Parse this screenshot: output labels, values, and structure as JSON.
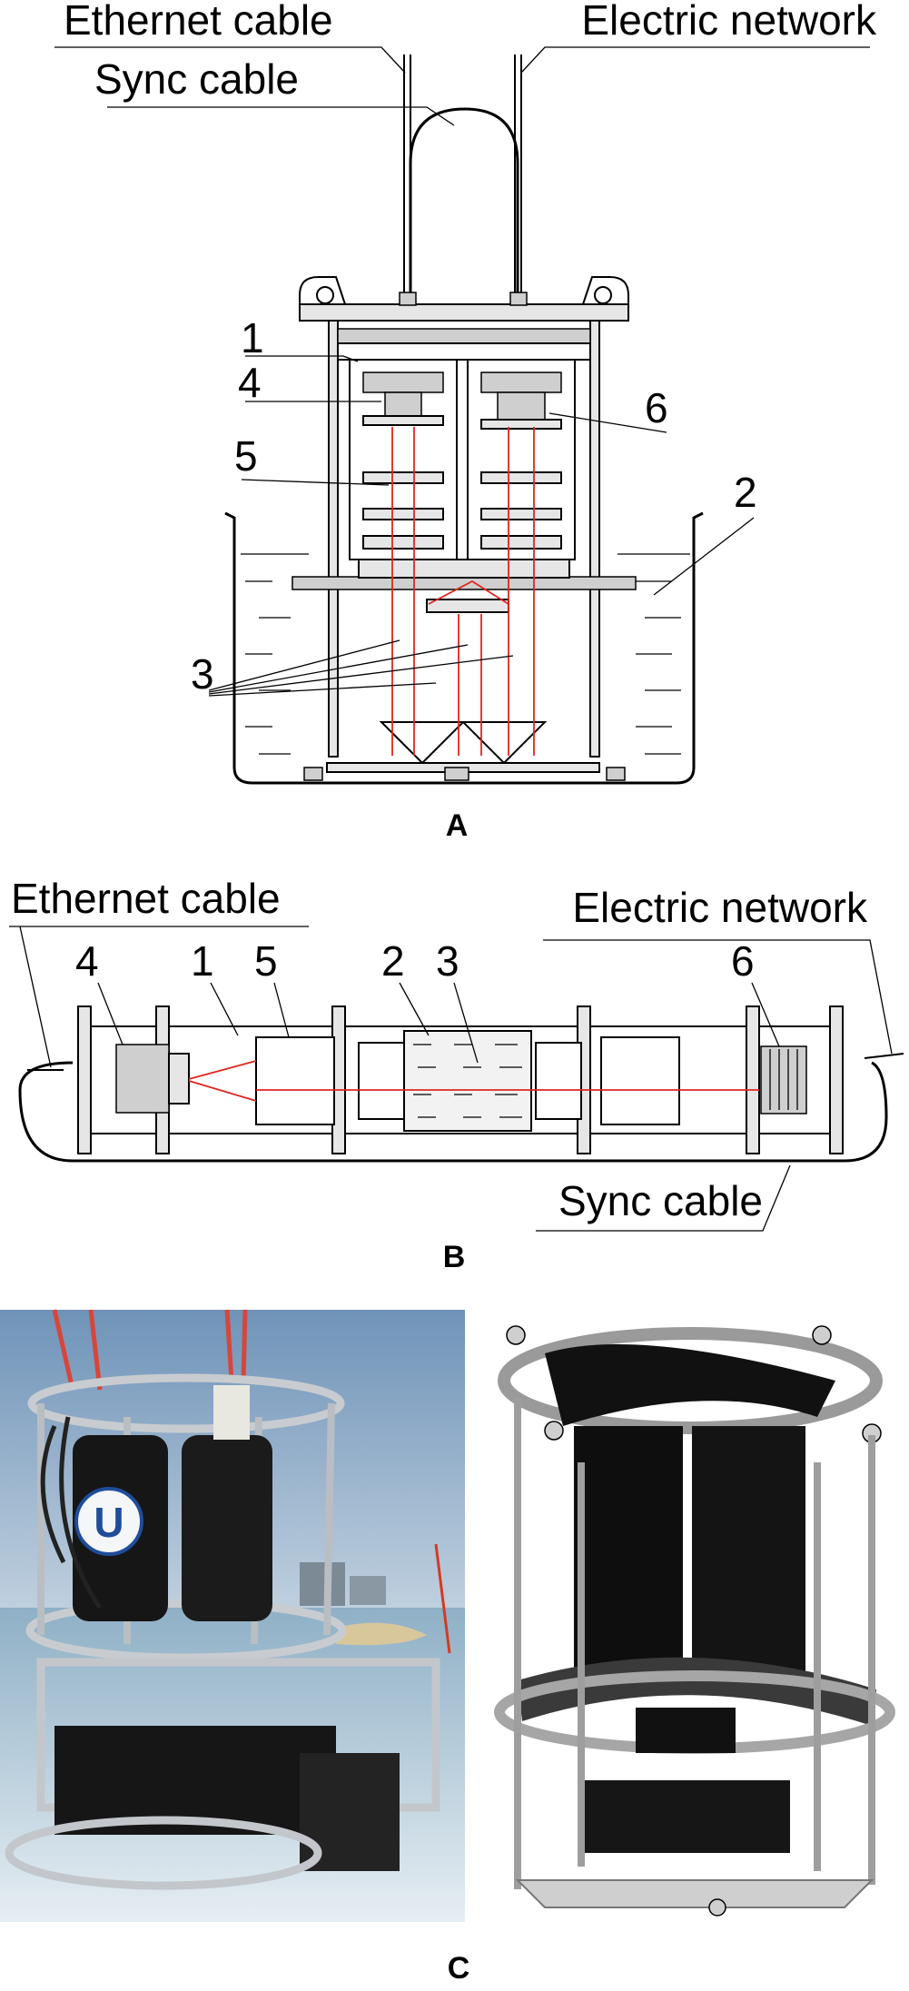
{
  "panelA": {
    "label": "A",
    "callouts": {
      "ethernet": "Ethernet cable",
      "electric": "Electric network",
      "sync": "Sync cable",
      "n1": "1",
      "n4": "4",
      "n5": "5",
      "n6": "6",
      "n2": "2",
      "n3": "3"
    }
  },
  "panelB": {
    "label": "B",
    "callouts": {
      "ethernet": "Ethernet cable",
      "electric": "Electric network",
      "sync": "Sync cable",
      "n4": "4",
      "n1": "1",
      "n5": "5",
      "n2": "2",
      "n3": "3",
      "n6": "6"
    }
  },
  "panelC": {
    "label": "C",
    "photo_logo": "U"
  },
  "colors": {
    "beam": "#e0261f",
    "line": "#000000",
    "water_dash": "#000000"
  }
}
